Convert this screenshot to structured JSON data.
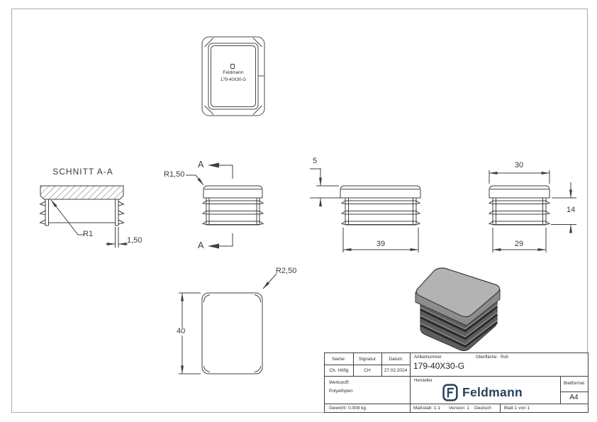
{
  "meta": {
    "line_color": "#3f3f3f",
    "frame_color": "#ababab",
    "brand_navy": "#24415e",
    "render_gray_top": "#b3b3b3",
    "render_gray_side": "#8d8d8d",
    "render_gray_dark": "#5e5e5e"
  },
  "views": {
    "top_view": {
      "brand": "Feldmann",
      "part_number": "179-40X30-G"
    },
    "section_view": {
      "title": "SCHNITT A-A",
      "radius_label": "R1",
      "wall_thickness": "1,50"
    },
    "side_view": {
      "cut_label_top": "A",
      "cut_label_bottom": "A",
      "radius_label": "R1,50"
    },
    "front_view": {
      "cap_height": "5",
      "width": "39"
    },
    "end_view": {
      "top_width": "30",
      "insert_height": "14",
      "bottom_width": "29"
    },
    "bottom_view": {
      "height": "40",
      "corner_radius": "R2,50"
    }
  },
  "title_block": {
    "name_label": "Name:",
    "signature_label": "Signatur",
    "date_label": "Datum",
    "name_value": "Ch. Höfig",
    "signature_value": "CH",
    "date_value": "27.02.2024",
    "article_label": "Artikelnummer",
    "article_value": "179-40X30-G",
    "surface_label": "Oberfläche:",
    "surface_value": "Roh",
    "material_label": "Werkstoff:",
    "material_value": "Polyethylen",
    "manufacturer_label": "Hersteller",
    "brand": "Feldmann",
    "format_label": "Blattformat",
    "format_value": "A4",
    "weight": "Gewicht: 0.008 kg",
    "scale": "Maßstab: 1:1",
    "version": "Version: 1",
    "language": "Deutsch",
    "sheet": "Blatt 1 von 1"
  }
}
